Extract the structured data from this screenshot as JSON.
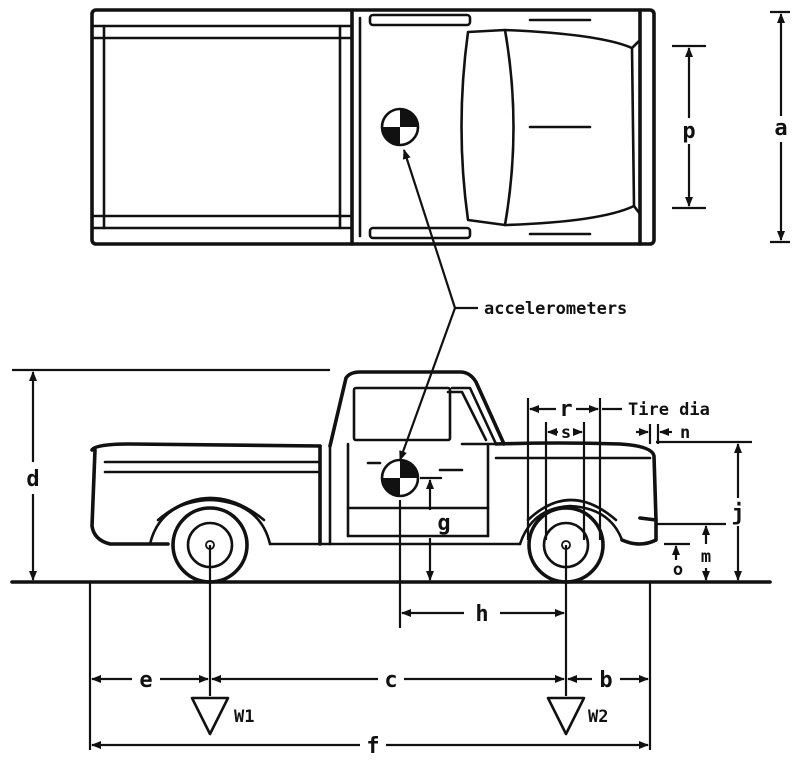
{
  "labels": {
    "p": "p",
    "a": "a",
    "accelerometers": "accelerometers",
    "r": "r",
    "tire_dia": "Tire dia",
    "s": "s",
    "n": "n",
    "d": "d",
    "j": "j",
    "g": "g",
    "m": "m",
    "o": "o",
    "h": "h",
    "e": "e",
    "c": "c",
    "b": "b",
    "f": "f",
    "w1": "W1",
    "w2": "W2"
  }
}
